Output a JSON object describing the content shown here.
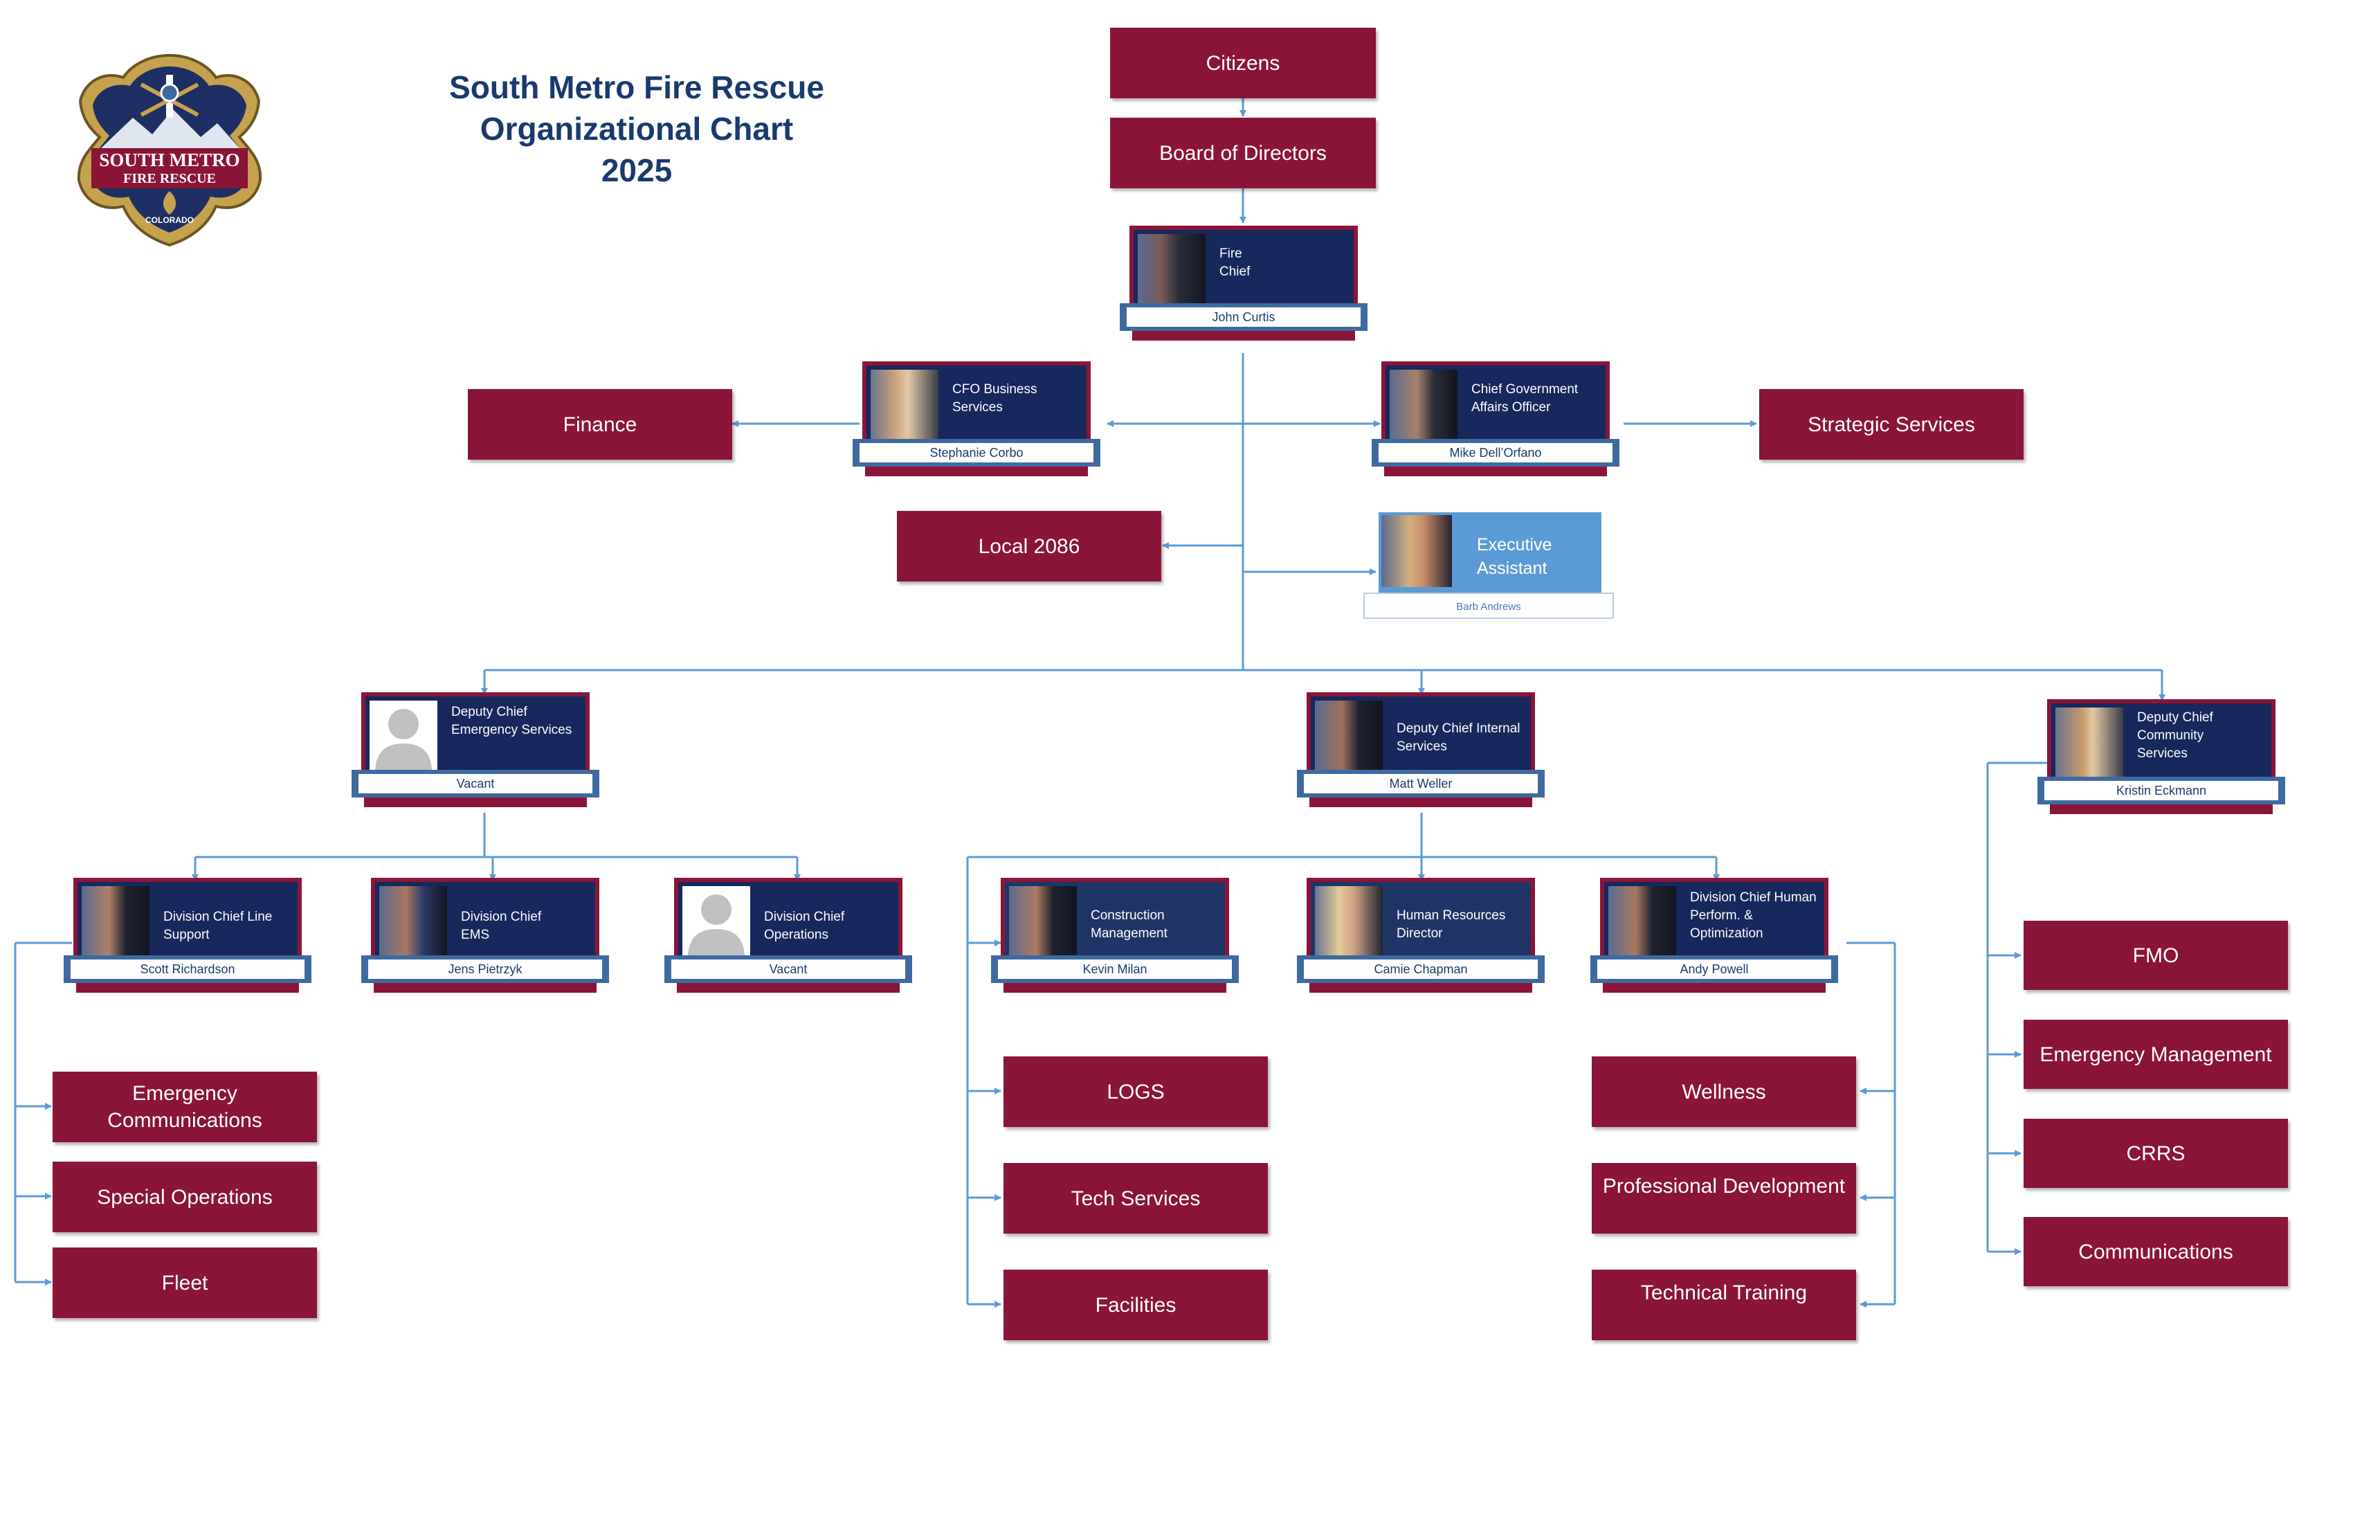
{
  "header": {
    "title_lines": [
      "South Metro Fire Rescue",
      "Organizational Chart",
      "2025"
    ]
  },
  "logo": {
    "line1": "SOUTH METRO",
    "line2": "FIRE RESCUE",
    "line3": "COLORADO"
  },
  "units": {
    "citizens": "Citizens",
    "board": "Board of Directors",
    "finance": "Finance",
    "strategic": "Strategic Services",
    "local": "Local 2086",
    "ecomm": "Emergency Communications",
    "specops": "Special Operations",
    "fleet": "Fleet",
    "logs": "LOGS",
    "tech": "Tech Services",
    "facilities": "Facilities",
    "wellness": "Wellness",
    "profdev": "Professional Development",
    "techtrain": "Technical Training",
    "fmo": "FMO",
    "em": "Emergency Management",
    "crrs": "CRRS",
    "comms": "Communications"
  },
  "people": {
    "chief": {
      "role": "Fire Chief",
      "name": "John Curtis"
    },
    "cfo": {
      "role": "CFO Business Services",
      "name": "Stephanie Corbo"
    },
    "cgao": {
      "role": "Chief Government Affairs Officer",
      "name": "Mike Dell’Orfano"
    },
    "exec": {
      "role": "Executive Assistant",
      "name": "Barb Andrews"
    },
    "dc_es": {
      "role": "Deputy Chief Emergency Services",
      "name": "Vacant"
    },
    "dc_is": {
      "role": "Deputy Chief Internal Services",
      "name": "Matt Weller"
    },
    "dc_cs": {
      "role": "Deputy Chief Community Services",
      "name": "Kristin Eckmann"
    },
    "div_ls": {
      "role": "Division Chief Line Support",
      "name": "Scott Richardson"
    },
    "div_ems": {
      "role": "Division Chief EMS",
      "name": "Jens Pietrzyk"
    },
    "div_ops": {
      "role": "Division Chief Operations",
      "name": "Vacant"
    },
    "construction": {
      "role": "Construction Management",
      "name": "Kevin Milan"
    },
    "hr": {
      "role": "Human Resources Director",
      "name": "Camie Chapman"
    },
    "div_hpo": {
      "role": "Division Chief Human Perform. & Optimization",
      "name": "Andy Powell"
    }
  },
  "colors": {
    "box": "#8a1538",
    "card_inner": "#16285c",
    "connector": "#5b9bd5",
    "title": "#1a3a6e"
  }
}
